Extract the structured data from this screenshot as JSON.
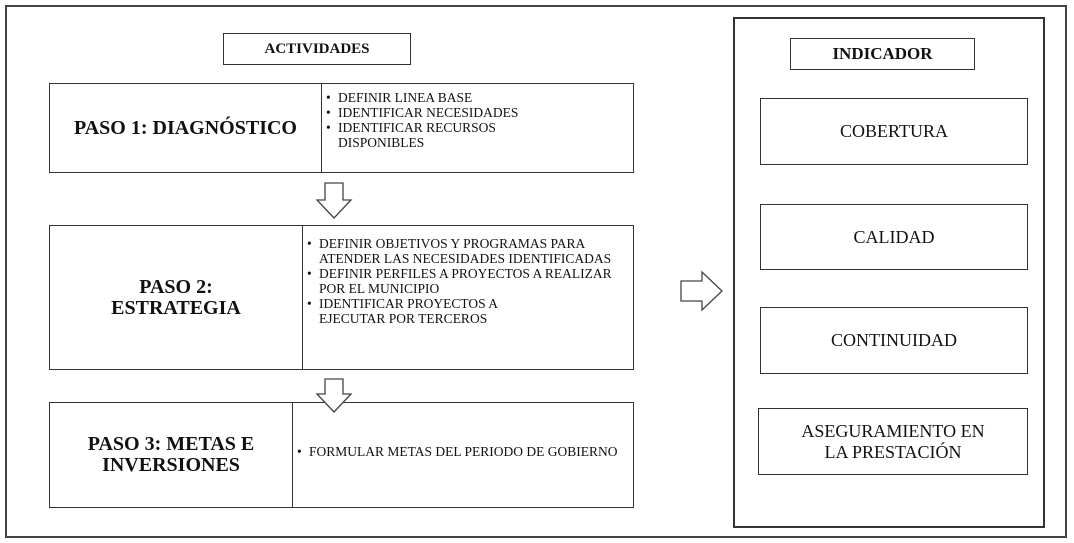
{
  "activities": {
    "title": "ACTIVIDADES",
    "steps": [
      {
        "label": "PASO 1: DIAGNÓSTICO",
        "items": [
          "DEFINIR LINEA BASE",
          "IDENTIFICAR NECESIDADES",
          "IDENTIFICAR RECURSOS DISPONIBLES"
        ]
      },
      {
        "label": "PASO 2: ESTRATEGIA",
        "items": [
          "DEFINIR OBJETIVOS Y PROGRAMAS PARA ATENDER LAS NECESIDADES IDENTIFICADAS",
          "DEFINIR PERFILES A PROYECTOS A REALIZAR POR EL MUNICIPIO",
          "IDENTIFICAR PROYECTOS A EJECUTAR POR TERCEROS"
        ]
      },
      {
        "label": "PASO 3: METAS E INVERSIONES",
        "items": [
          "FORMULAR METAS DEL PERIODO DE GOBIERNO"
        ]
      }
    ]
  },
  "indicator": {
    "title": "INDICADOR",
    "items": [
      "COBERTURA",
      "CALIDAD",
      "CONTINUIDAD",
      "ASEGURAMIENTO EN LA PRESTACIÓN"
    ]
  }
}
